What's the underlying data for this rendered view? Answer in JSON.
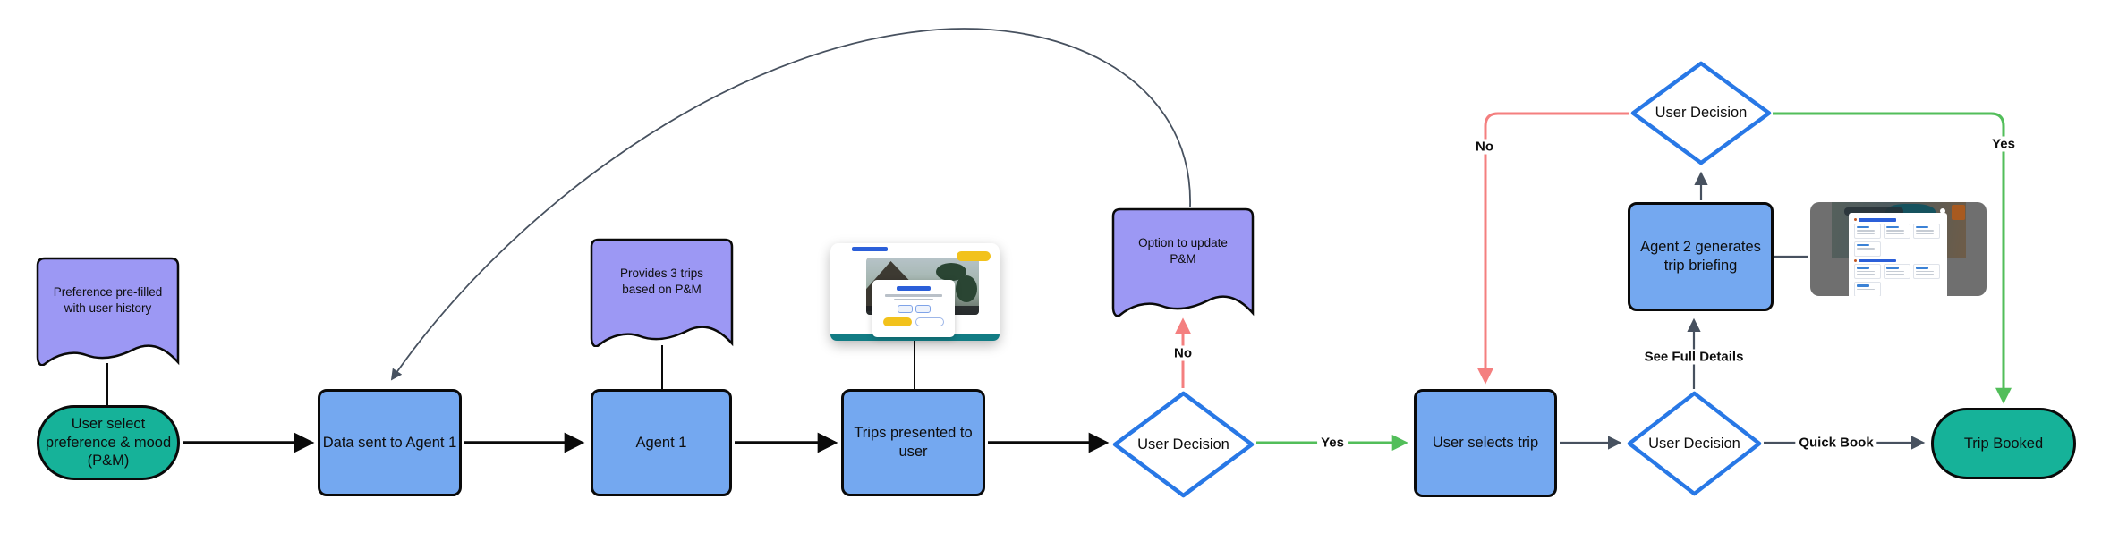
{
  "diagram": {
    "nodes": {
      "note_pref": {
        "type": "note",
        "label": "Preference pre-filled with user history"
      },
      "start": {
        "type": "terminal",
        "label": "User select preference & mood (P&M)"
      },
      "data_sent": {
        "type": "process",
        "label": "Data sent to Agent 1"
      },
      "note_trips": {
        "type": "note",
        "label": "Provides 3 trips based on P&M"
      },
      "agent1": {
        "type": "process",
        "label": "Agent 1"
      },
      "trips_presented": {
        "type": "process",
        "label": "Trips presented to user"
      },
      "decision1": {
        "type": "decision",
        "label": "User Decision"
      },
      "note_option": {
        "type": "note",
        "label": "Option to update P&M"
      },
      "user_selects": {
        "type": "process",
        "label": "User selects trip"
      },
      "decision2": {
        "type": "decision",
        "label": "User Decision"
      },
      "agent2": {
        "type": "process",
        "label": "Agent 2 generates trip briefing"
      },
      "decision3": {
        "type": "decision",
        "label": "User Decision"
      },
      "trip_booked": {
        "type": "terminal",
        "label": "Trip Booked"
      }
    },
    "edge_labels": {
      "yes1": "Yes",
      "no1": "No",
      "see_full_details": "See Full Details",
      "quick_book": "Quick Book",
      "no2": "No",
      "yes2": "Yes"
    },
    "colors": {
      "process_fill": "#74a8f0",
      "note_fill": "#9c98f4",
      "terminal_fill": "#16b299",
      "decision_border": "#2878e6",
      "edge_black": "#0a0a0a",
      "edge_red": "#f47f7f",
      "edge_green": "#52be5a",
      "edge_gray": "#47515f"
    }
  }
}
